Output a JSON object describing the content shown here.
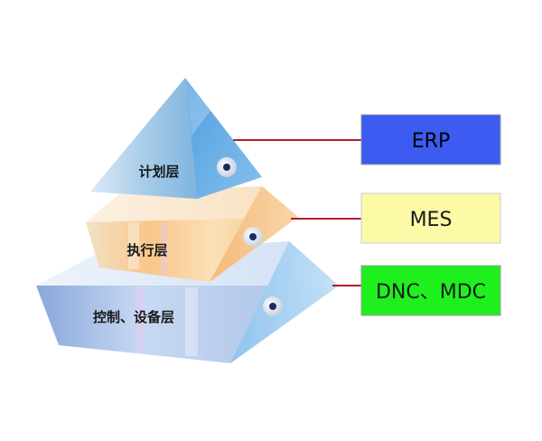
{
  "diagram": {
    "tiers": [
      {
        "label": "计划层",
        "system": "ERP",
        "box_color": "#3c5bf0",
        "text_color": "#000000"
      },
      {
        "label": "执行层",
        "system": "MES",
        "box_color": "#fcf9a7",
        "text_color": "#1a1a1a"
      },
      {
        "label": "控制、设备层",
        "system": "DNC、MDC",
        "box_color": "#1ef01e",
        "text_color": "#1a1a1a"
      }
    ],
    "connector_color": "#b01e2a"
  }
}
